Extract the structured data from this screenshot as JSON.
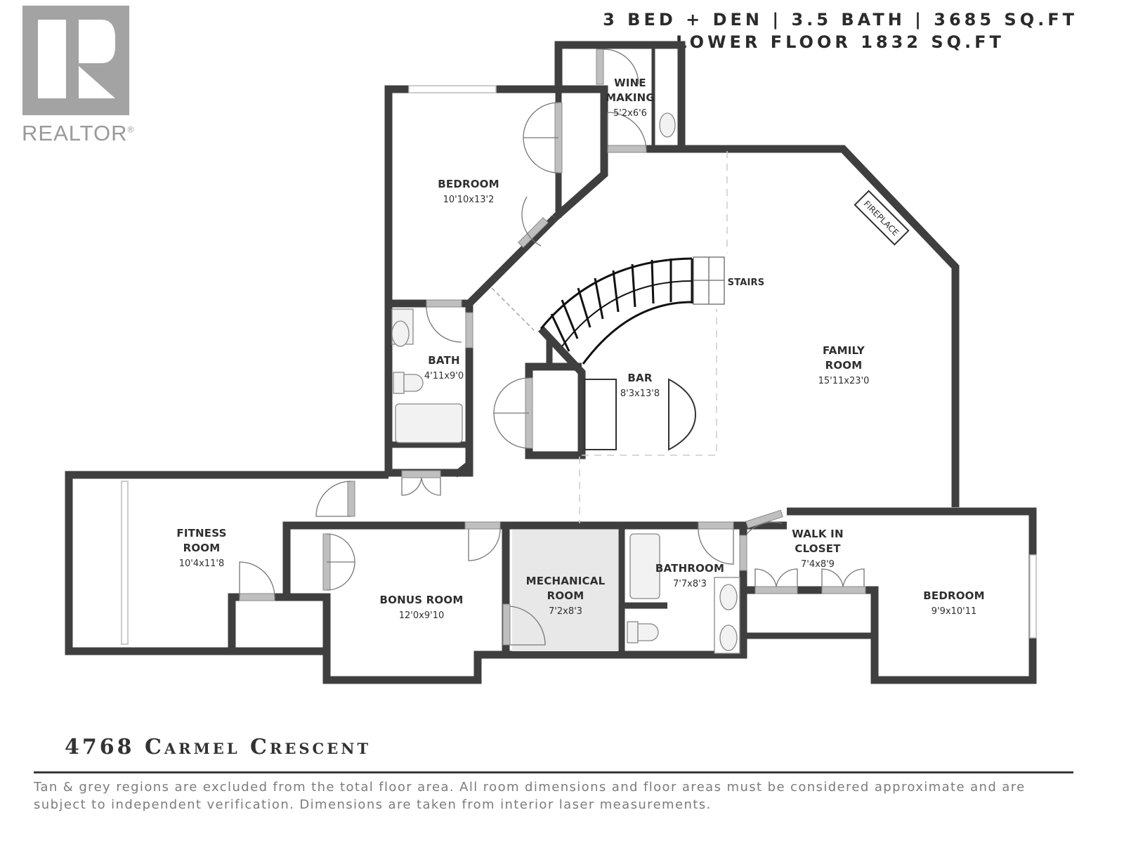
{
  "logo": {
    "text": "REALTOR",
    "mark": "®",
    "icon": "realtor-r-icon"
  },
  "header": {
    "line1": "3 BED + DEN | 3.5 BATH | 3685 SQ.FT",
    "line2": "LOWER FLOOR 1832 SQ.FT"
  },
  "rooms": {
    "wine": {
      "name1": "WINE",
      "name2": "MAKING",
      "dims": "5'2x6'6"
    },
    "bedroom_top": {
      "name": "BEDROOM",
      "dims": "10'10x13'2"
    },
    "bath": {
      "name": "BATH",
      "dims": "4'11x9'0"
    },
    "bar": {
      "name": "BAR",
      "dims": "8'3x13'8"
    },
    "stairs": {
      "name": "STAIRS"
    },
    "fireplace": {
      "name": "FIREPLACE"
    },
    "family": {
      "name1": "FAMILY",
      "name2": "ROOM",
      "dims": "15'11x23'0"
    },
    "fitness": {
      "name1": "FITNESS",
      "name2": "ROOM",
      "dims": "10'4x11'8"
    },
    "bonus": {
      "name": "BONUS ROOM",
      "dims": "12'0x9'10"
    },
    "mechanical": {
      "name1": "MECHANICAL",
      "name2": "ROOM",
      "dims": "7'2x8'3"
    },
    "bathroom": {
      "name": "BATHROOM",
      "dims": "7'7x8'3"
    },
    "walkin": {
      "name1": "WALK IN",
      "name2": "CLOSET",
      "dims": "7'4x8'9"
    },
    "bedroom_right": {
      "name": "BEDROOM",
      "dims": "9'9x10'11"
    }
  },
  "colors": {
    "wall": "#3f3f3f",
    "door": "#bfbfbf",
    "excluded": "#e8e8e8",
    "logo": "#a3a3a3"
  },
  "footer": {
    "address": "4768 Carmel Crescent",
    "disclaimer": "Tan & grey regions are excluded from the total floor area. All room dimensions and floor areas must be considered approximate and are subject to independent verification. Dimensions are taken from interior laser measurements."
  }
}
